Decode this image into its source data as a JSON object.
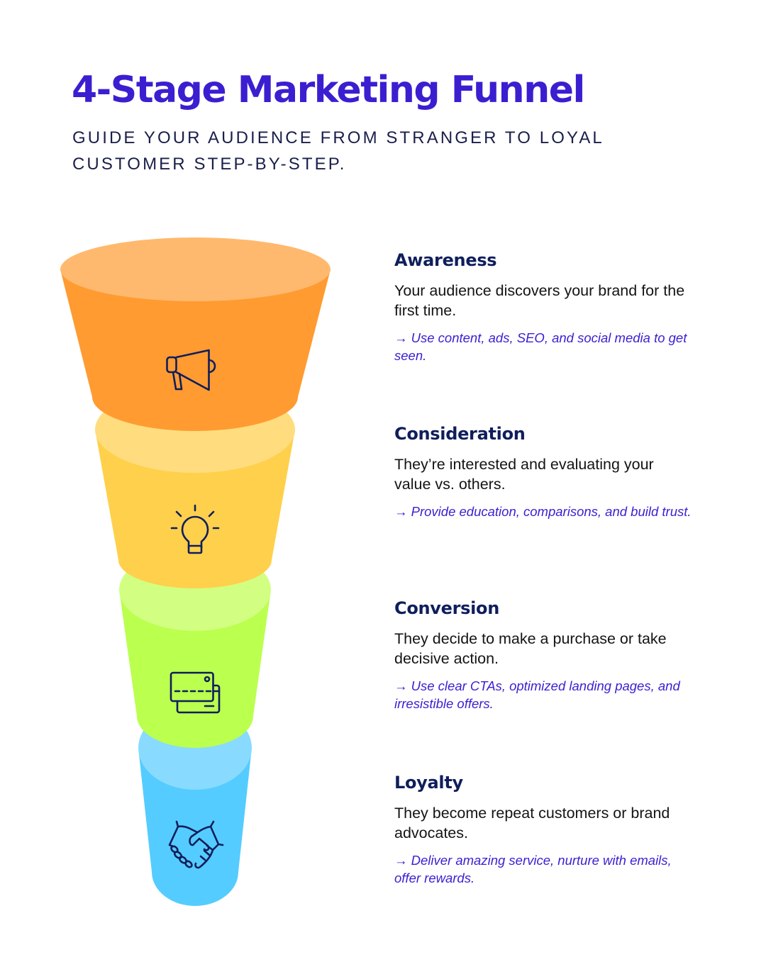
{
  "header": {
    "title": "4-Stage Marketing Funnel",
    "subtitle": "GUIDE YOUR AUDIENCE FROM STRANGER TO LOYAL CUSTOMER STEP-BY-STEP."
  },
  "colors": {
    "title": "#3A1FD1",
    "subtitle": "#1A1F4A",
    "heading": "#0F1E5C",
    "tip": "#3A1FD1",
    "icon_stroke": "#0F1E5C"
  },
  "funnel": {
    "order": "top-to-bottom, widest to narrowest",
    "stages": [
      {
        "name": "Awareness",
        "icon": "megaphone-icon",
        "body_color": "#FF9B31",
        "cap_color": "#FFB96E",
        "description": "Your audience discovers your brand for the first time.",
        "tip": "→ Use content, ads, SEO, and social media to get seen."
      },
      {
        "name": "Consideration",
        "icon": "lightbulb-icon",
        "body_color": "#FFD04B",
        "cap_color": "#FFDD7E",
        "description": "They’re interested and evaluating your value vs. others.",
        "tip": "→ Provide education, comparisons, and build trust."
      },
      {
        "name": "Conversion",
        "icon": "credit-cards-icon",
        "body_color": "#BBFF4F",
        "cap_color": "#D2FF82",
        "description": "They decide to make a purchase or take decisive action.",
        "tip": "→ Use clear CTAs, optimized landing pages, and irresistible offers."
      },
      {
        "name": "Loyalty",
        "icon": "handshake-icon",
        "body_color": "#55CCFF",
        "cap_color": "#88DBFF",
        "description": "They become repeat customers or brand advocates.",
        "tip": "→ Deliver amazing service, nurture with emails, offer rewards."
      }
    ]
  }
}
